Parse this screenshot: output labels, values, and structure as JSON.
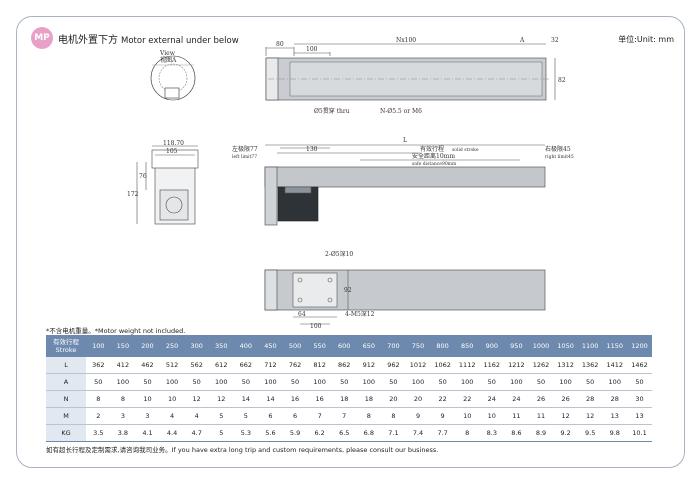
{
  "header": {
    "badge": "MP",
    "title_cn": "电机外置下方",
    "title_en": "Motor external under below",
    "unit": "单位:Unit: mm"
  },
  "drawing_labels": {
    "view_en": "View",
    "view_cn": "视图A",
    "dim_80": "80",
    "dim_100_top": "100",
    "dim_nx100": "Nx100",
    "dim_a": "A",
    "dim_32": "32",
    "dim_82": "82",
    "hole_thru": "Ø5贯穿 thru",
    "holes_n": "N-Ø5.5 or M6",
    "dim_118": "118.70",
    "dim_105": "105",
    "dim_172": "172",
    "dim_76": "76",
    "dim_L": "L",
    "dim_130": "130",
    "left_limit_cn": "左极限77",
    "left_limit_en": "left limit77",
    "stroke_cn": "有效行程",
    "stroke_en": "solid stroke",
    "safety_cn": "安全距离10mm",
    "safety_en": "safe distance90mm",
    "right_limit_cn": "右极限45",
    "right_limit_en": "right limit45",
    "pin_holes": "2-Ø5深10",
    "dim_92": "92",
    "dim_64": "64",
    "dim_100_bottom": "100",
    "tap_holes": "4-M5深12"
  },
  "note": "*不含电机重量。*Motor weight not included.",
  "footer": "如有超长行程及定制需求,请咨询我司业务。If you have extra long trip and custom requirements, please consult our business.",
  "table": {
    "stroke_header": [
      "有效行程",
      "Stroke"
    ],
    "columns": [
      "100",
      "150",
      "200",
      "250",
      "300",
      "350",
      "400",
      "450",
      "500",
      "550",
      "600",
      "650",
      "700",
      "750",
      "800",
      "850",
      "900",
      "950",
      "1000",
      "1050",
      "1100",
      "1150",
      "1200"
    ],
    "rows": [
      {
        "label": "L",
        "values": [
          "362",
          "412",
          "462",
          "512",
          "562",
          "612",
          "662",
          "712",
          "762",
          "812",
          "862",
          "912",
          "962",
          "1012",
          "1062",
          "1112",
          "1162",
          "1212",
          "1262",
          "1312",
          "1362",
          "1412",
          "1462"
        ]
      },
      {
        "label": "A",
        "values": [
          "50",
          "100",
          "50",
          "100",
          "50",
          "100",
          "50",
          "100",
          "50",
          "100",
          "50",
          "100",
          "50",
          "100",
          "50",
          "100",
          "50",
          "100",
          "50",
          "100",
          "50",
          "100",
          "50"
        ]
      },
      {
        "label": "N",
        "values": [
          "8",
          "8",
          "10",
          "10",
          "12",
          "12",
          "14",
          "14",
          "16",
          "16",
          "18",
          "18",
          "20",
          "20",
          "22",
          "22",
          "24",
          "24",
          "26",
          "26",
          "28",
          "28",
          "30"
        ]
      },
      {
        "label": "M",
        "values": [
          "2",
          "3",
          "3",
          "4",
          "4",
          "5",
          "5",
          "6",
          "6",
          "7",
          "7",
          "8",
          "8",
          "9",
          "9",
          "10",
          "10",
          "11",
          "11",
          "12",
          "12",
          "13",
          "13"
        ]
      },
      {
        "label": "KG",
        "values": [
          "3.5",
          "3.8",
          "4.1",
          "4.4",
          "4.7",
          "5",
          "5.3",
          "5.6",
          "5.9",
          "6.2",
          "6.5",
          "6.8",
          "7.1",
          "7.4",
          "7.7",
          "8",
          "8.3",
          "8.6",
          "8.9",
          "9.2",
          "9.5",
          "9.8",
          "10.1"
        ]
      }
    ]
  }
}
